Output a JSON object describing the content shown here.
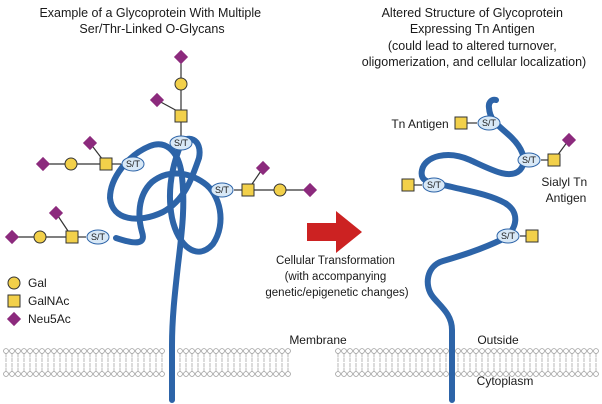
{
  "left_title": [
    "Example of a Glycoprotein With Multiple",
    "Ser/Thr-Linked O-Glycans"
  ],
  "right_title": [
    "Altered Structure of Glycoprotein",
    "Expressing Tn Antigen",
    "(could lead to altered turnover,",
    "oligomerization, and cellular localization)"
  ],
  "site_label": "S/T",
  "legend": [
    {
      "shape": "circle",
      "label": "Gal",
      "color": "#f2d04a"
    },
    {
      "shape": "square",
      "label": "GalNAc",
      "color": "#f2d04a"
    },
    {
      "shape": "diamond",
      "label": "Neu5Ac",
      "color": "#8c2a7d"
    }
  ],
  "transformation_label": [
    "Cellular Transformation",
    "(with accompanying",
    "genetic/epigenetic changes)"
  ],
  "membrane_label": "Membrane",
  "outside_label": "Outside",
  "cytoplasm_label": "Cytoplasm",
  "tn_antigen_label": "Tn Antigen",
  "sialyl_tn_label": [
    "Sialyl Tn",
    "Antigen"
  ],
  "colors": {
    "protein": "#2d64a8",
    "site_fill": "#d8e8f6",
    "site_stroke": "#2d64a8",
    "gal": "#f2d04a",
    "galnac": "#f2d04a",
    "neu5ac": "#8c2a7d",
    "arrow": "#cc2222",
    "lipid": "#9a9a9a"
  }
}
